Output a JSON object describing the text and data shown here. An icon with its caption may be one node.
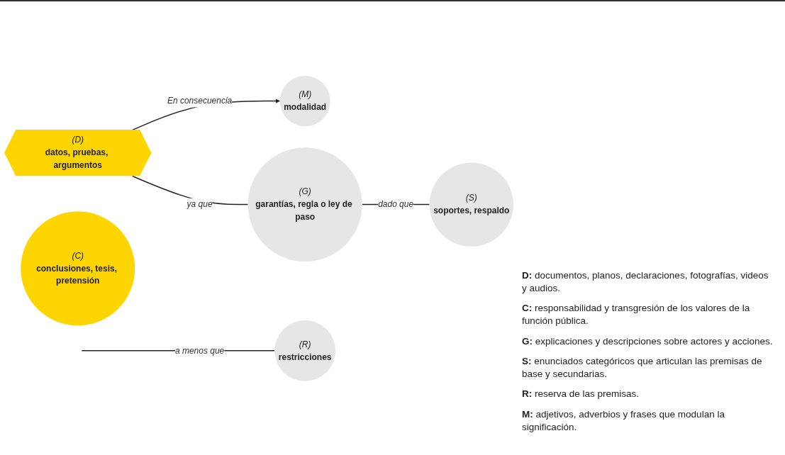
{
  "diagram": {
    "nodes": [
      {
        "text": [
          "(D)",
          "datos, pruebas, argumentos"
        ]
      },
      {
        "text": [
          "(M)",
          "modalidad"
        ]
      },
      {
        "text": [
          "(C)",
          "conclusiones, tesis, pretensión"
        ]
      },
      {
        "text": [
          "(G)",
          "garantías, regla o ley de paso"
        ]
      },
      {
        "text": [
          "(R)",
          "restricciones"
        ]
      },
      {
        "text": [
          "(S)",
          "soportes, respaldo"
        ]
      }
    ],
    "edges": [
      {
        "from": 0,
        "to": 1,
        "arrow": "to",
        "label": "En consecuencia"
      },
      {
        "from": null,
        "to": 4,
        "arrow": "none",
        "label": "a menos que"
      },
      {
        "from": 0,
        "to": 3,
        "arrow": "none",
        "label": "ya que"
      },
      {
        "from": 3,
        "to": 5,
        "arrow": "none",
        "label": "dado que"
      }
    ],
    "labels": [
      "**D:** documentos, planos, declaraciones, fotografías, videos y audios.",
      "**C:** responsabilidad y transgresión de los valores de la función pública.",
      "**G:** explicaciones y descripciones sobre actores y acciones.",
      "**S:** enunciados categóricos que articulan las premisas de base y secundarias.",
      "**R:** reserva de las premisas.",
      "**M:** adjetivos, adverbios y frases que modulan la significación."
    ]
  }
}
